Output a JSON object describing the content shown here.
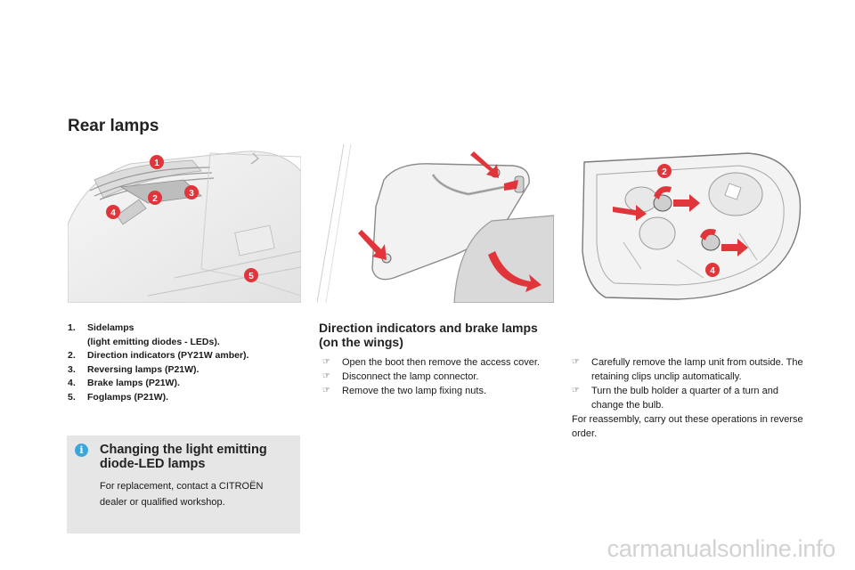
{
  "page": {
    "title": "Rear lamps",
    "watermark": "carmanualsonline.info"
  },
  "figures": [
    {
      "name": "rear-lamp-cluster-figure",
      "callouts": [
        "1",
        "2",
        "3",
        "4",
        "5"
      ]
    },
    {
      "name": "boot-access-figure",
      "callouts": []
    },
    {
      "name": "lamp-unit-figure",
      "callouts": [
        "2",
        "4"
      ]
    }
  ],
  "lamp_list": [
    {
      "num": "1.",
      "text": "Sidelamps",
      "sub": "(light emitting diodes - LEDs)."
    },
    {
      "num": "2.",
      "text": "Direction indicators (PY21W amber)."
    },
    {
      "num": "3.",
      "text": "Reversing lamps (P21W)."
    },
    {
      "num": "4.",
      "text": "Brake lamps (P21W)."
    },
    {
      "num": "5.",
      "text": "Foglamps (P21W)."
    }
  ],
  "info_box": {
    "icon": "info-icon",
    "title": "Changing the light emitting diode-LED lamps",
    "text": "For replacement, contact a CITROËN dealer or qualified workshop."
  },
  "section": {
    "title": "Direction indicators and brake lamps (on the wings)",
    "bullet_icon": "pointing-hand-icon",
    "steps_left": [
      "Open the boot then remove the access cover.",
      "Disconnect the lamp connector.",
      "Remove the two lamp fixing nuts."
    ],
    "steps_right": [
      "Carefully remove the lamp unit from outside. The retaining clips unclip automatically.",
      "Turn the bulb holder a quarter of a turn and change the bulb."
    ],
    "note": "For reassembly, carry out these operations in reverse order."
  },
  "colors": {
    "callout": "#e0353a",
    "arrow": "#e0353a",
    "info_box_bg": "#e6e6e6",
    "info_icon": "#3ba6d9"
  }
}
